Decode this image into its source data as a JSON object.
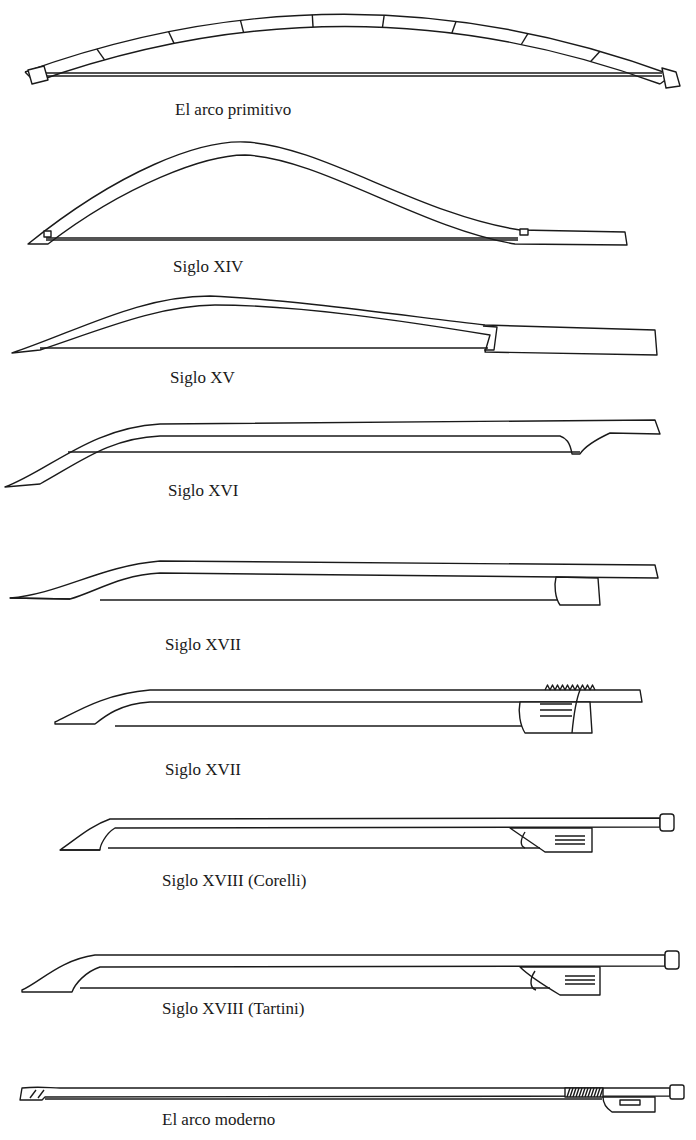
{
  "diagram": {
    "labels": [
      "El arco primitivo",
      "Siglo XIV",
      "Siglo XV",
      "Siglo XVI",
      "Siglo XVII",
      "Siglo XVII",
      "Siglo XVIII (Corelli)",
      "Siglo XVIII (Tartini)",
      "El arco moderno"
    ]
  }
}
